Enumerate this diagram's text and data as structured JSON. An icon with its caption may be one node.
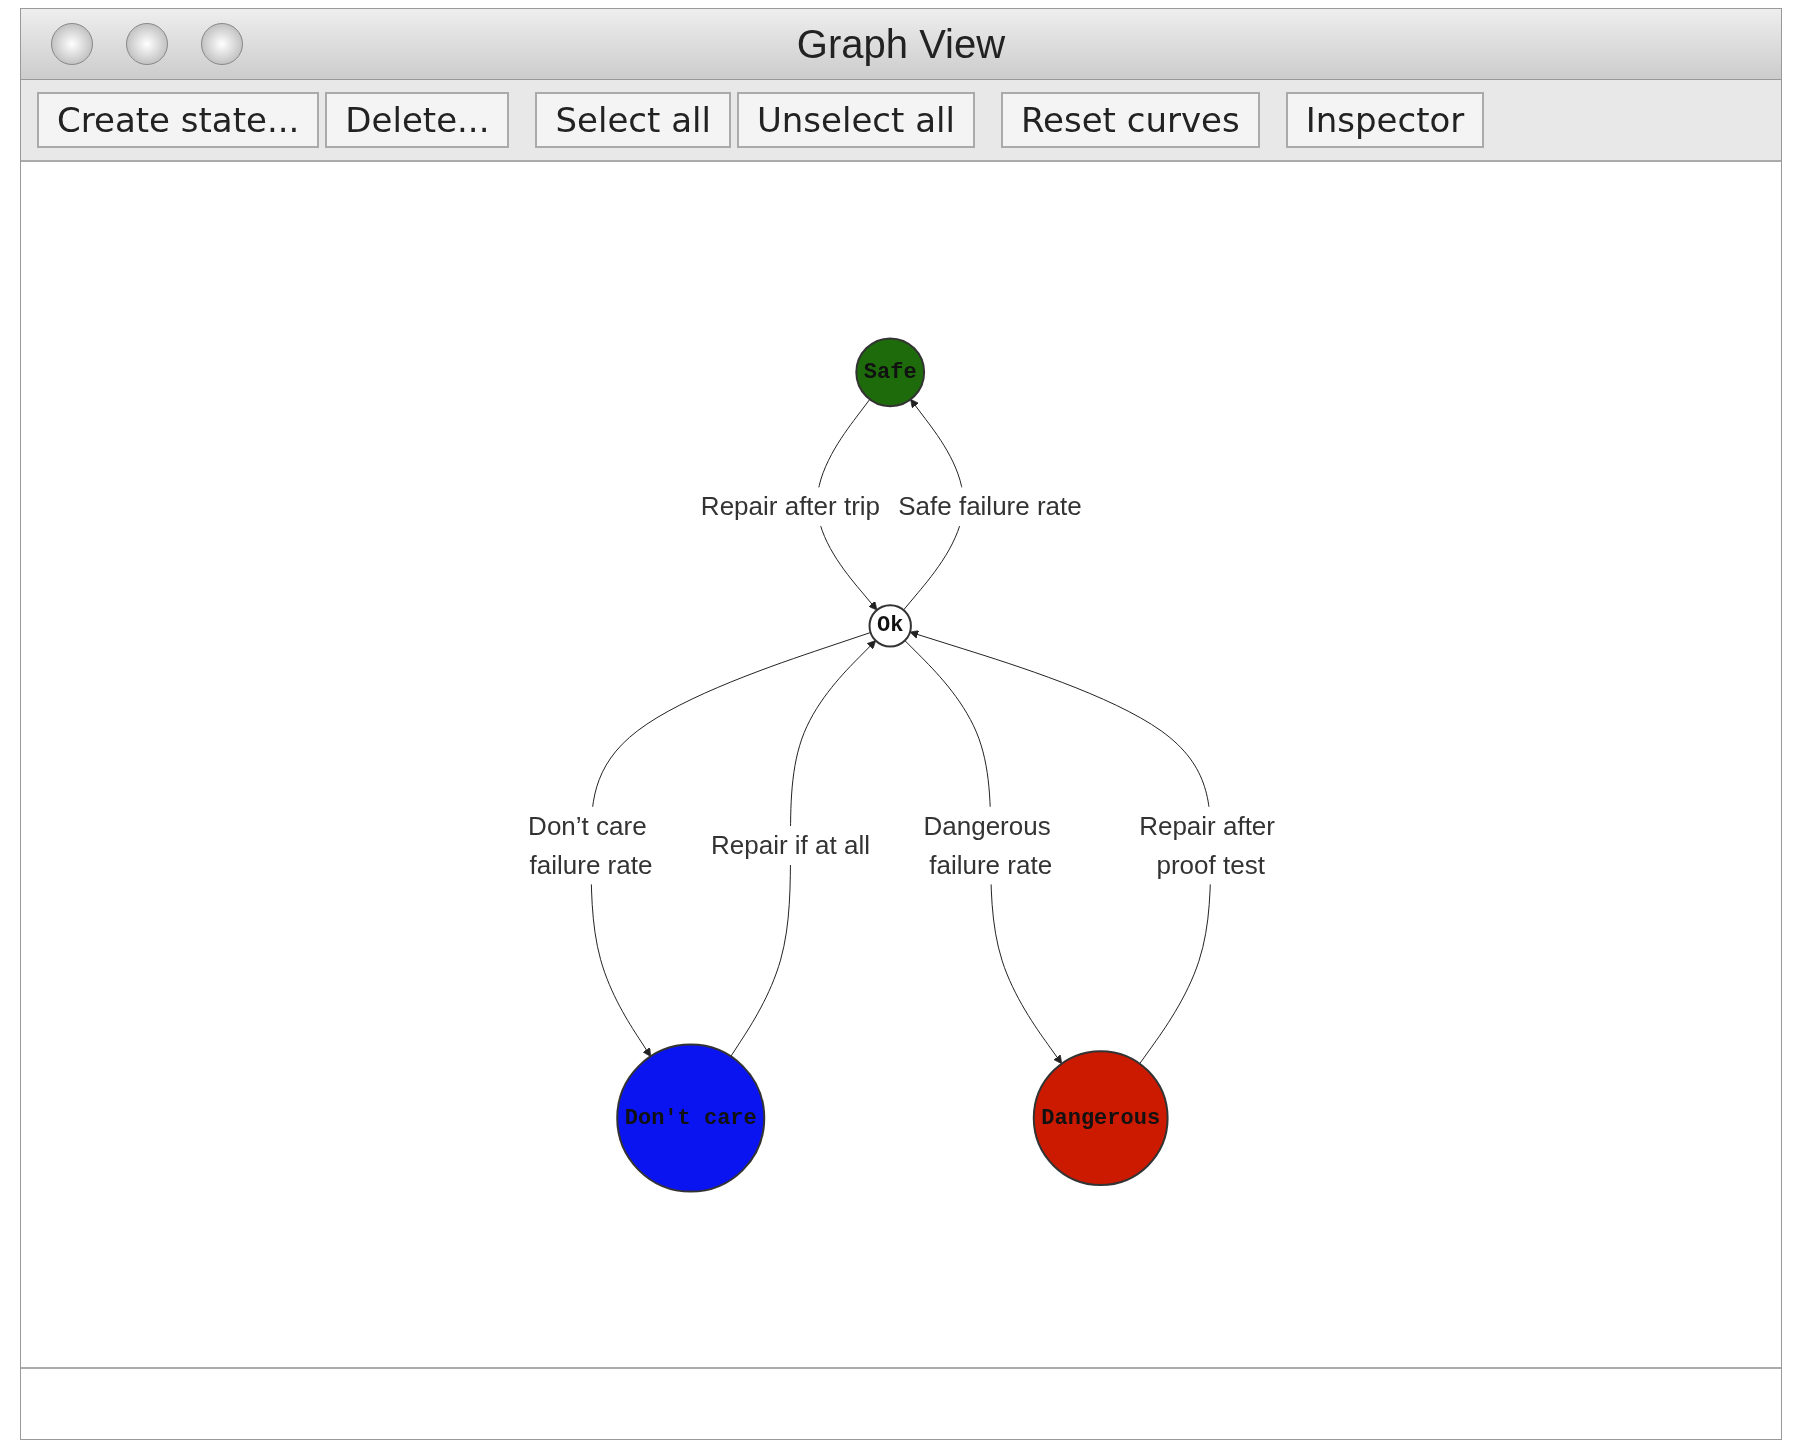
{
  "diagram": {
    "title": "Graph View",
    "nodes": [
      {
        "text": [
          "Safe"
        ]
      },
      {
        "text": [
          "Ok"
        ]
      },
      {
        "text": [
          "Don't care"
        ]
      },
      {
        "text": [
          "Dangerous"
        ]
      }
    ],
    "edges": [
      {
        "from": 0,
        "to": 1,
        "arrow": "to",
        "label": "Repair after trip"
      },
      {
        "from": 1,
        "to": 0,
        "arrow": "to",
        "label": "Safe failure rate"
      },
      {
        "from": 1,
        "to": 2,
        "arrow": "to",
        "label": "Don’t care failure rate"
      },
      {
        "from": 2,
        "to": 1,
        "arrow": "to",
        "label": "Repair if at all"
      },
      {
        "from": 3,
        "to": 1,
        "arrow": "to",
        "label": "Repair after proof test"
      },
      {
        "from": 1,
        "to": 3,
        "arrow": "to",
        "label": "Dangerous failure rate"
      }
    ],
    "labels": [
      "Create state...",
      "Delete...",
      "Select all",
      "Unselect all",
      "Reset curves",
      "Inspector"
    ]
  }
}
